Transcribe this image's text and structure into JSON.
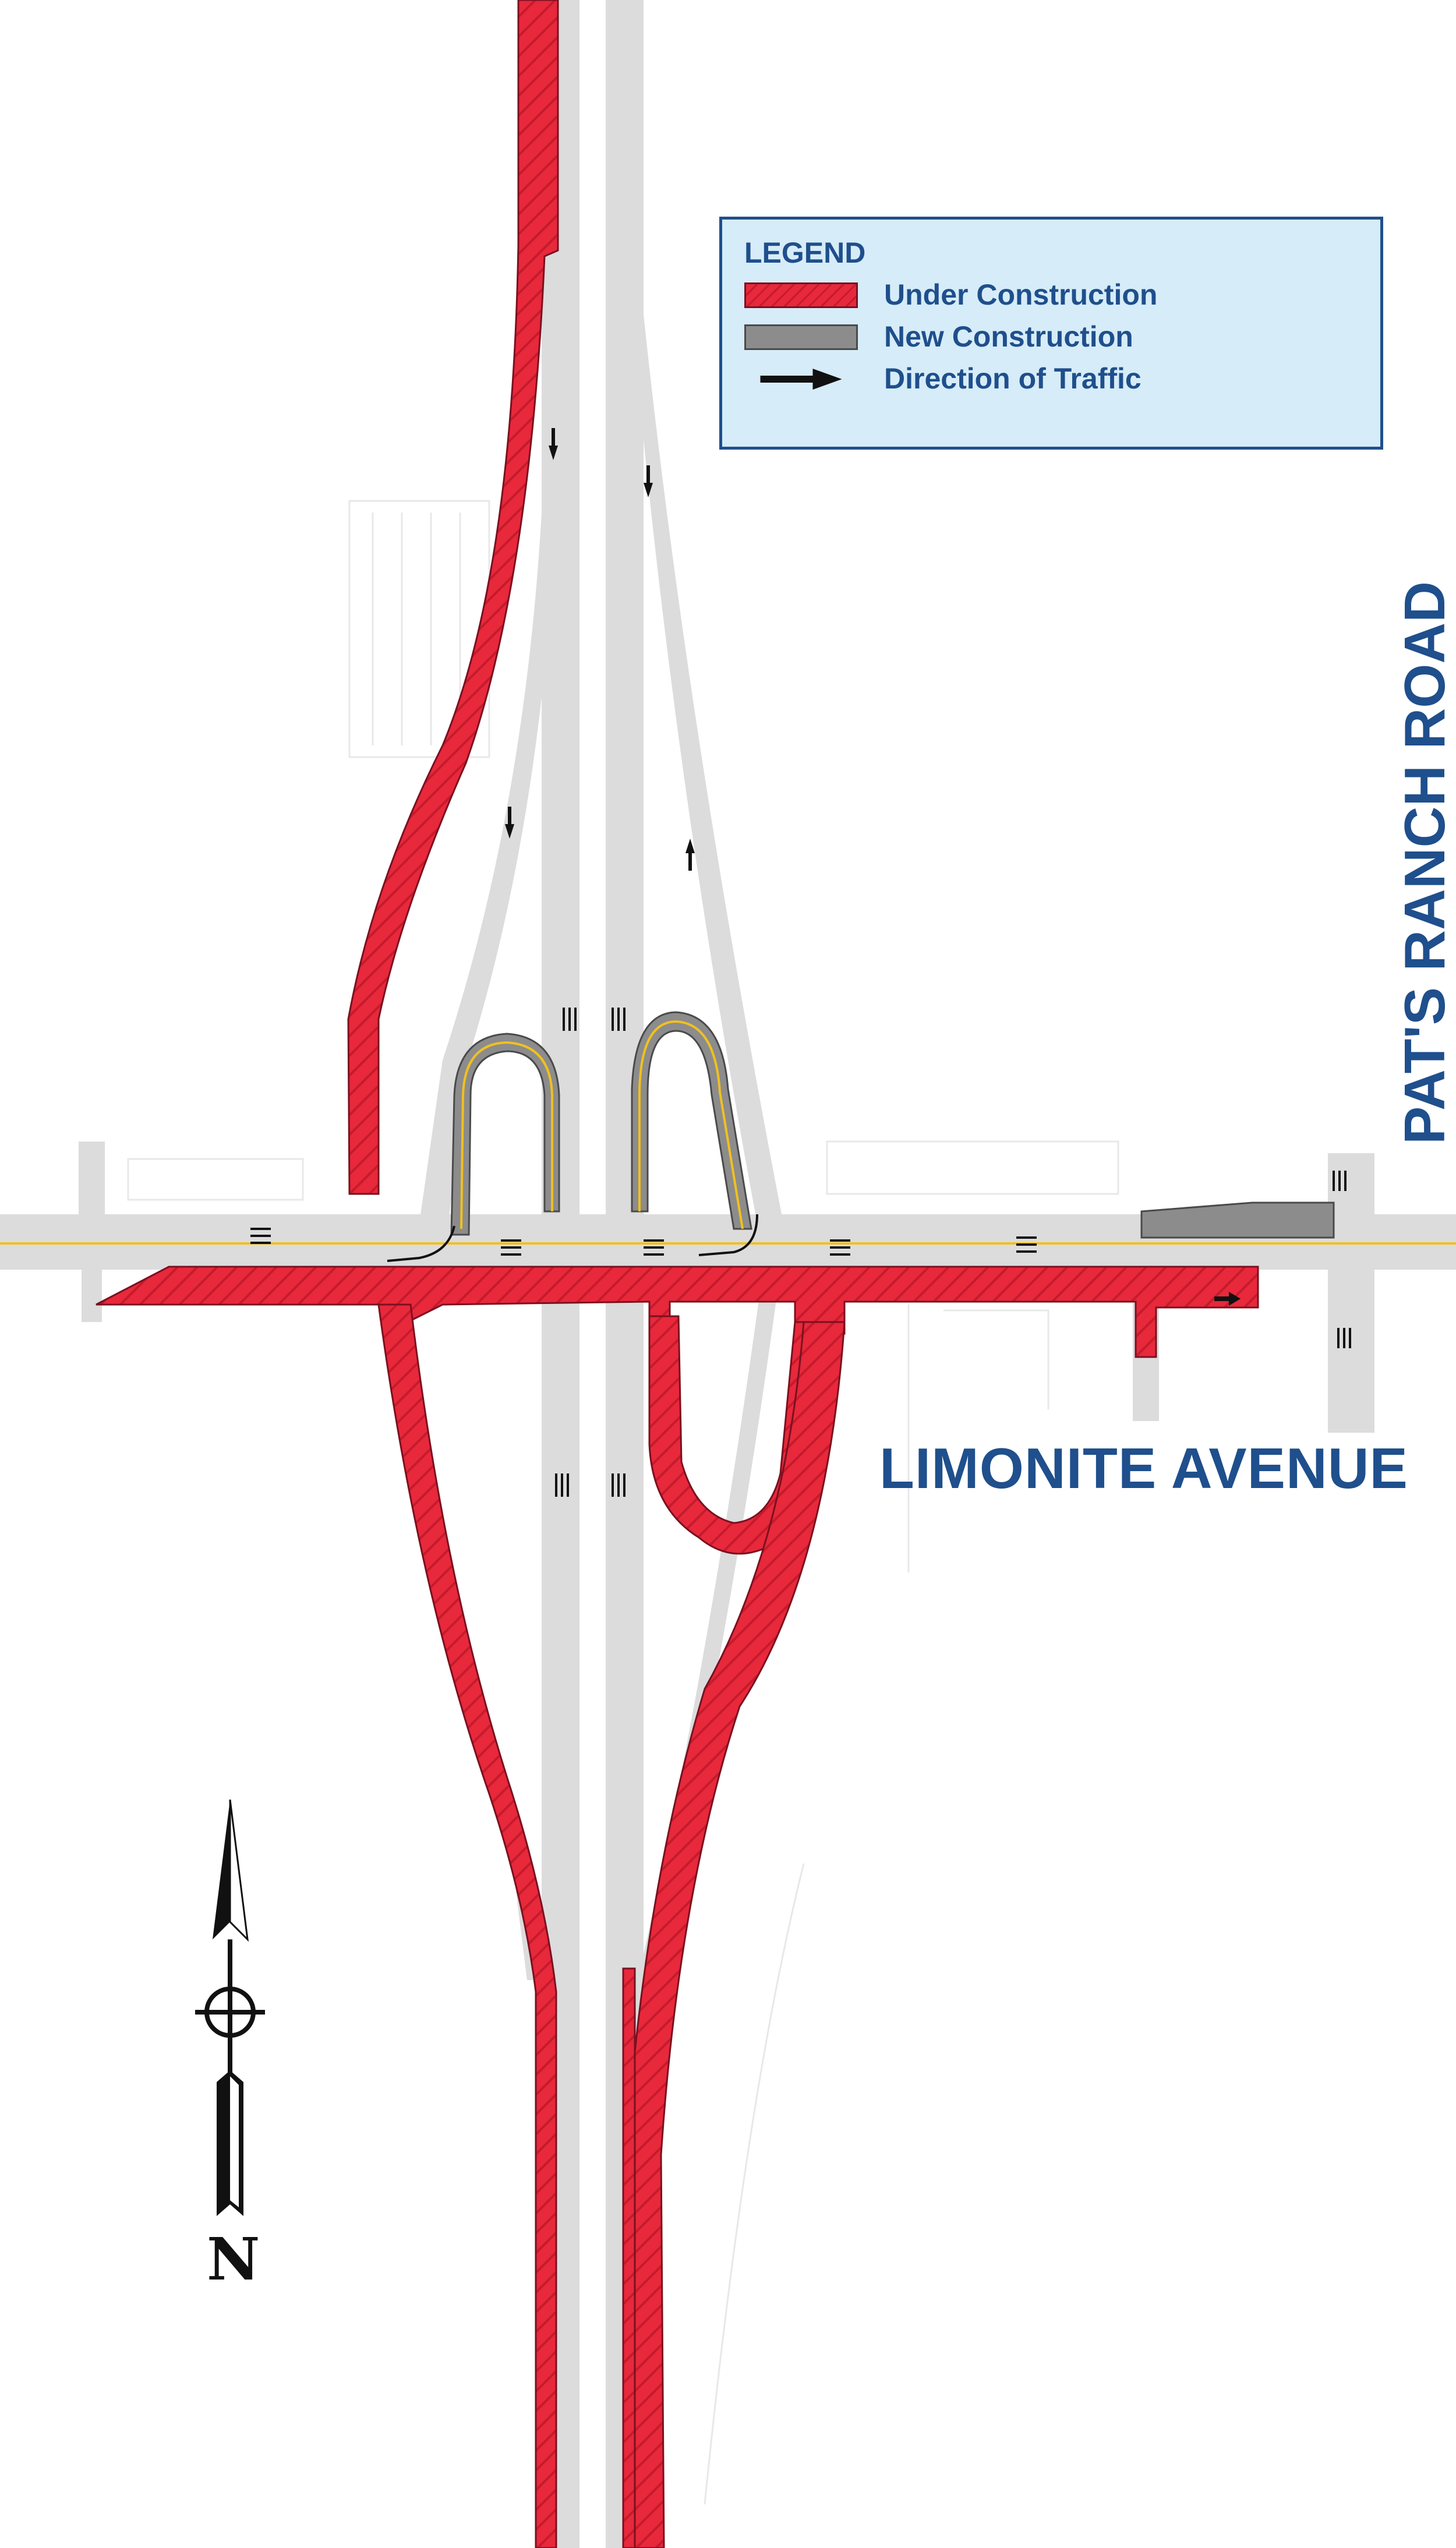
{
  "legend": {
    "title": "LEGEND",
    "items": [
      {
        "label": "Under Construction",
        "swatch": "red-hatched"
      },
      {
        "label": "New Construction",
        "swatch": "gray-fill"
      },
      {
        "label": "Direction of Traffic",
        "swatch": "arrow"
      }
    ]
  },
  "roads": {
    "east_west": "LIMONITE AVENUE",
    "north_south": "PAT'S RANCH ROAD"
  },
  "north_arrow": {
    "letter": "N",
    "icon": "north-arrow-icon"
  },
  "colors": {
    "under_construction": "#e8283b",
    "under_construction_hatch": "#c41b2c",
    "new_construction": "#8c8c8c",
    "existing_road": "#dcdcdc",
    "legend_background": "#d6ecf8",
    "legend_border": "#1f4f8c",
    "label_text": "#1f4f8c",
    "center_line": "#f0c020"
  }
}
